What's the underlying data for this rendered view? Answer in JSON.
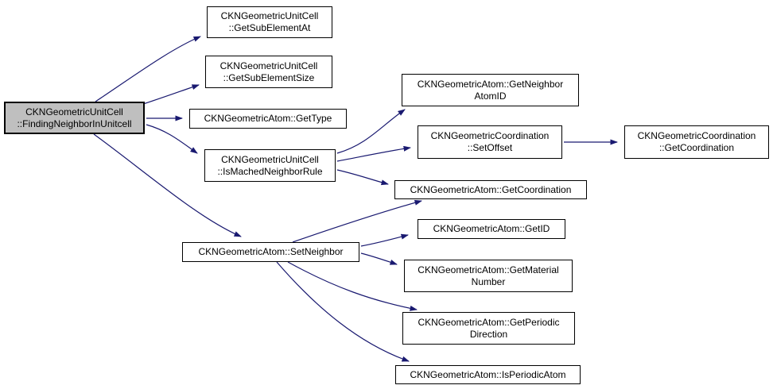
{
  "diagram": {
    "kind": "call-graph",
    "background_color": "#ffffff",
    "colors": {
      "edge": "#191970",
      "node_border": "#000000",
      "node_fill": "#ffffff",
      "highlight_node_fill": "#bfbfbf",
      "text": "#000000"
    },
    "nodes": {
      "finding_neighbor_in_unitcell": {
        "lines": [
          "CKNGeometricUnitCell",
          "::FindingNeighborInUnitcell"
        ],
        "highlighted": true
      },
      "get_sub_element_at": {
        "lines": [
          "CKNGeometricUnitCell",
          "::GetSubElementAt"
        ]
      },
      "get_sub_element_size": {
        "lines": [
          "CKNGeometricUnitCell",
          "::GetSubElementSize"
        ]
      },
      "get_type": {
        "lines": [
          "CKNGeometricAtom::GetType"
        ]
      },
      "is_mached_neighbor_rule": {
        "lines": [
          "CKNGeometricUnitCell",
          "::IsMachedNeighborRule"
        ]
      },
      "get_neighbor_atom_id": {
        "lines": [
          "CKNGeometricAtom::GetNeighbor",
          "AtomID"
        ]
      },
      "set_offset": {
        "lines": [
          "CKNGeometricCoordination",
          "::SetOffset"
        ]
      },
      "coordination_get_coordination": {
        "lines": [
          "CKNGeometricCoordination",
          "::GetCoordination"
        ]
      },
      "atom_get_coordination": {
        "lines": [
          "CKNGeometricAtom::GetCoordination"
        ]
      },
      "set_neighbor": {
        "lines": [
          "CKNGeometricAtom::SetNeighbor"
        ]
      },
      "get_id": {
        "lines": [
          "CKNGeometricAtom::GetID"
        ]
      },
      "get_material_number": {
        "lines": [
          "CKNGeometricAtom::GetMaterial",
          "Number"
        ]
      },
      "get_periodic_direction": {
        "lines": [
          "CKNGeometricAtom::GetPeriodic",
          "Direction"
        ]
      },
      "is_periodic_atom": {
        "lines": [
          "CKNGeometricAtom::IsPeriodicAtom"
        ]
      }
    },
    "edges": [
      {
        "from": "finding_neighbor_in_unitcell",
        "to": "get_sub_element_at"
      },
      {
        "from": "finding_neighbor_in_unitcell",
        "to": "get_sub_element_size"
      },
      {
        "from": "finding_neighbor_in_unitcell",
        "to": "get_type"
      },
      {
        "from": "finding_neighbor_in_unitcell",
        "to": "is_mached_neighbor_rule"
      },
      {
        "from": "finding_neighbor_in_unitcell",
        "to": "set_neighbor"
      },
      {
        "from": "is_mached_neighbor_rule",
        "to": "get_neighbor_atom_id"
      },
      {
        "from": "is_mached_neighbor_rule",
        "to": "set_offset"
      },
      {
        "from": "is_mached_neighbor_rule",
        "to": "atom_get_coordination"
      },
      {
        "from": "set_offset",
        "to": "coordination_get_coordination"
      },
      {
        "from": "set_neighbor",
        "to": "atom_get_coordination"
      },
      {
        "from": "set_neighbor",
        "to": "get_id"
      },
      {
        "from": "set_neighbor",
        "to": "get_material_number"
      },
      {
        "from": "set_neighbor",
        "to": "get_periodic_direction"
      },
      {
        "from": "set_neighbor",
        "to": "is_periodic_atom"
      }
    ]
  }
}
